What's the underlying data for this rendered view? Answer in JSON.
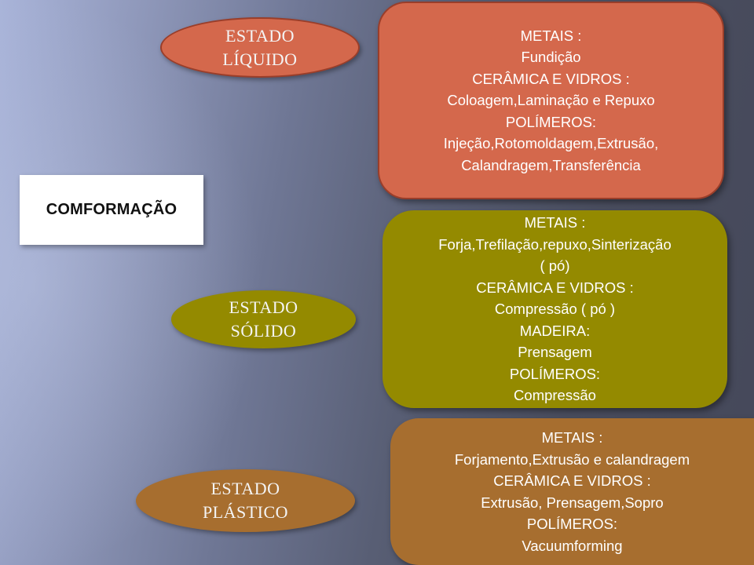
{
  "root": {
    "label": "COMFORMAÇÃO"
  },
  "states": [
    {
      "label": "ESTADO\nLÍQUIDO"
    },
    {
      "label": "ESTADO\nSÓLIDO"
    },
    {
      "label": "ESTADO\nPLÁSTICO"
    }
  ],
  "details": {
    "liquid": [
      "METAIS :",
      "Fundição",
      "CERÂMICA E VIDROS :",
      "Coloagem,Laminação  e Repuxo",
      "POLÍMEROS:",
      "Injeção,Rotomoldagem,Extrusão,",
      "Calandragem,Transferência"
    ],
    "solid": [
      "METAIS :",
      "Forja,Trefilação,repuxo,Sinterização",
      "( pó)",
      "CERÂMICA E VIDROS :",
      "Compressão  ( pó )",
      "MADEIRA:",
      "Prensagem",
      "POLÍMEROS:",
      "Compressão"
    ],
    "plastic": [
      "METAIS :",
      "Forjamento,Extrusão e  calandragem",
      "CERÂMICA E VIDROS :",
      "Extrusão, Prensagem,Sopro",
      "POLÍMEROS:",
      "Vacuumforming"
    ]
  },
  "colors": {
    "liquid": "#d4684c",
    "solid": "#948a00",
    "plastic": "#a76e2f",
    "root_box": "#ffffff"
  }
}
